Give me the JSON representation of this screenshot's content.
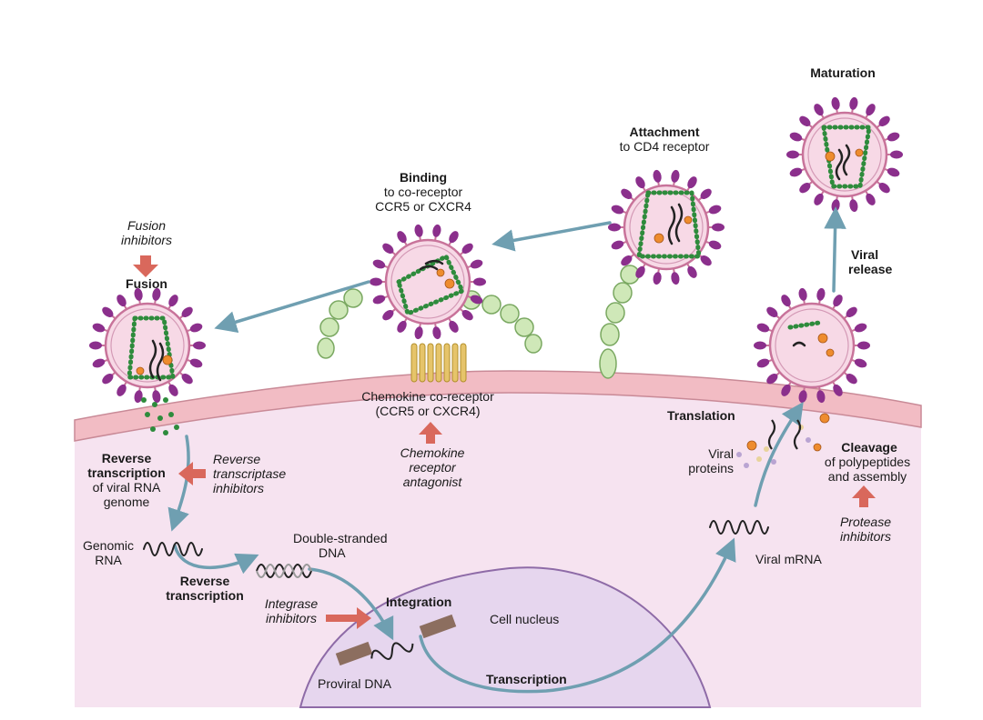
{
  "stages": {
    "maturation": "Maturation",
    "attachment_title": "Attachment",
    "attachment_sub": "to CD4 receptor",
    "binding_title": "Binding",
    "binding_sub1": "to co-receptor",
    "binding_sub2": "CCR5 or CXCR4",
    "fusion": "Fusion",
    "viral_release_1": "Viral",
    "viral_release_2": "release",
    "translation": "Translation",
    "cleavage_title": "Cleavage",
    "cleavage_sub1": "of polypeptides",
    "cleavage_sub2": "and assembly",
    "rt_title1": "Reverse",
    "rt_title2": "transcription",
    "rt_sub1": "of viral RNA",
    "rt_sub2": "genome",
    "rt2_1": "Reverse",
    "rt2_2": "transcription",
    "integration": "Integration",
    "transcription": "Transcription"
  },
  "inhibitors": {
    "fusion_1": "Fusion",
    "fusion_2": "inhibitors",
    "rti_1": "Reverse",
    "rti_2": "transcriptase",
    "rti_3": "inhibitors",
    "chemokine_1": "Chemokine",
    "chemokine_2": "receptor",
    "chemokine_3": "antagonist",
    "integrase_1": "Integrase",
    "integrase_2": "inhibitors",
    "protease_1": "Protease",
    "protease_2": "inhibitors"
  },
  "labels": {
    "coreceptor_1": "Chemokine co-receptor",
    "coreceptor_2": "(CCR5 or CXCR4)",
    "viral_proteins_1": "Viral",
    "viral_proteins_2": "proteins",
    "genomic_rna_1": "Genomic",
    "genomic_rna_2": "RNA",
    "dsdna_1": "Double-stranded",
    "dsdna_2": "DNA",
    "cell_nucleus": "Cell nucleus",
    "proviral_dna": "Proviral DNA",
    "viral_mrna": "Viral mRNA"
  },
  "colors": {
    "cytoplasm": "#f6e3f0",
    "membrane": "#f2bcc4",
    "membrane_edge": "#c98a97",
    "nucleus": "#e6d6ee",
    "nucleus_edge": "#8e6ba7",
    "arrow": "#6f9fb1",
    "inhibitor_arrow": "#d9685c",
    "virion_spike": "#8b2f8c",
    "capsid_bead": "#2e8b3c",
    "receptor": "#cfe8b8",
    "coreceptor": "#e6c46a"
  }
}
